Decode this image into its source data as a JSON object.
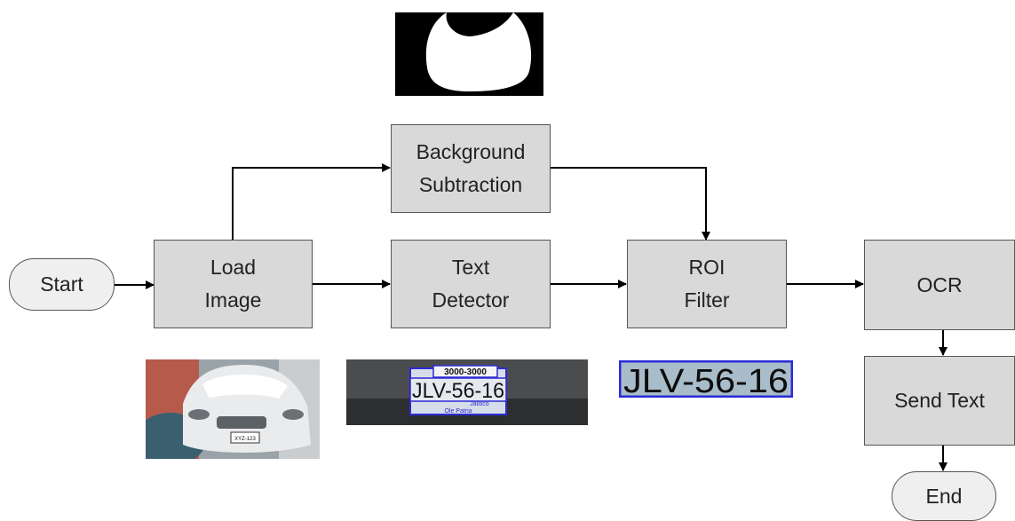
{
  "nodes": {
    "start": {
      "label": "Start"
    },
    "load_image": {
      "line1": "Load",
      "line2": "Image"
    },
    "background_subtraction": {
      "line1": "Background",
      "line2": "Subtraction"
    },
    "text_detector": {
      "line1": "Text",
      "line2": "Detector"
    },
    "roi_filter": {
      "line1": "ROI",
      "line2": "Filter"
    },
    "ocr": {
      "label": "OCR"
    },
    "send_text": {
      "label": "Send Text"
    },
    "end": {
      "label": "End"
    }
  },
  "images": {
    "plate_frame_top": "3000-3000",
    "plate_number": "JLV-56-16",
    "plate_sub1": "Jalisco",
    "plate_sub2": "Ole Patria",
    "car_plate": "XYZ-123",
    "roi_plate_text": "JLV-56-16"
  },
  "colors": {
    "box_fill": "#d9d9d9",
    "terminal_fill": "#efefef",
    "roi_frame": "#2b2bd6"
  }
}
